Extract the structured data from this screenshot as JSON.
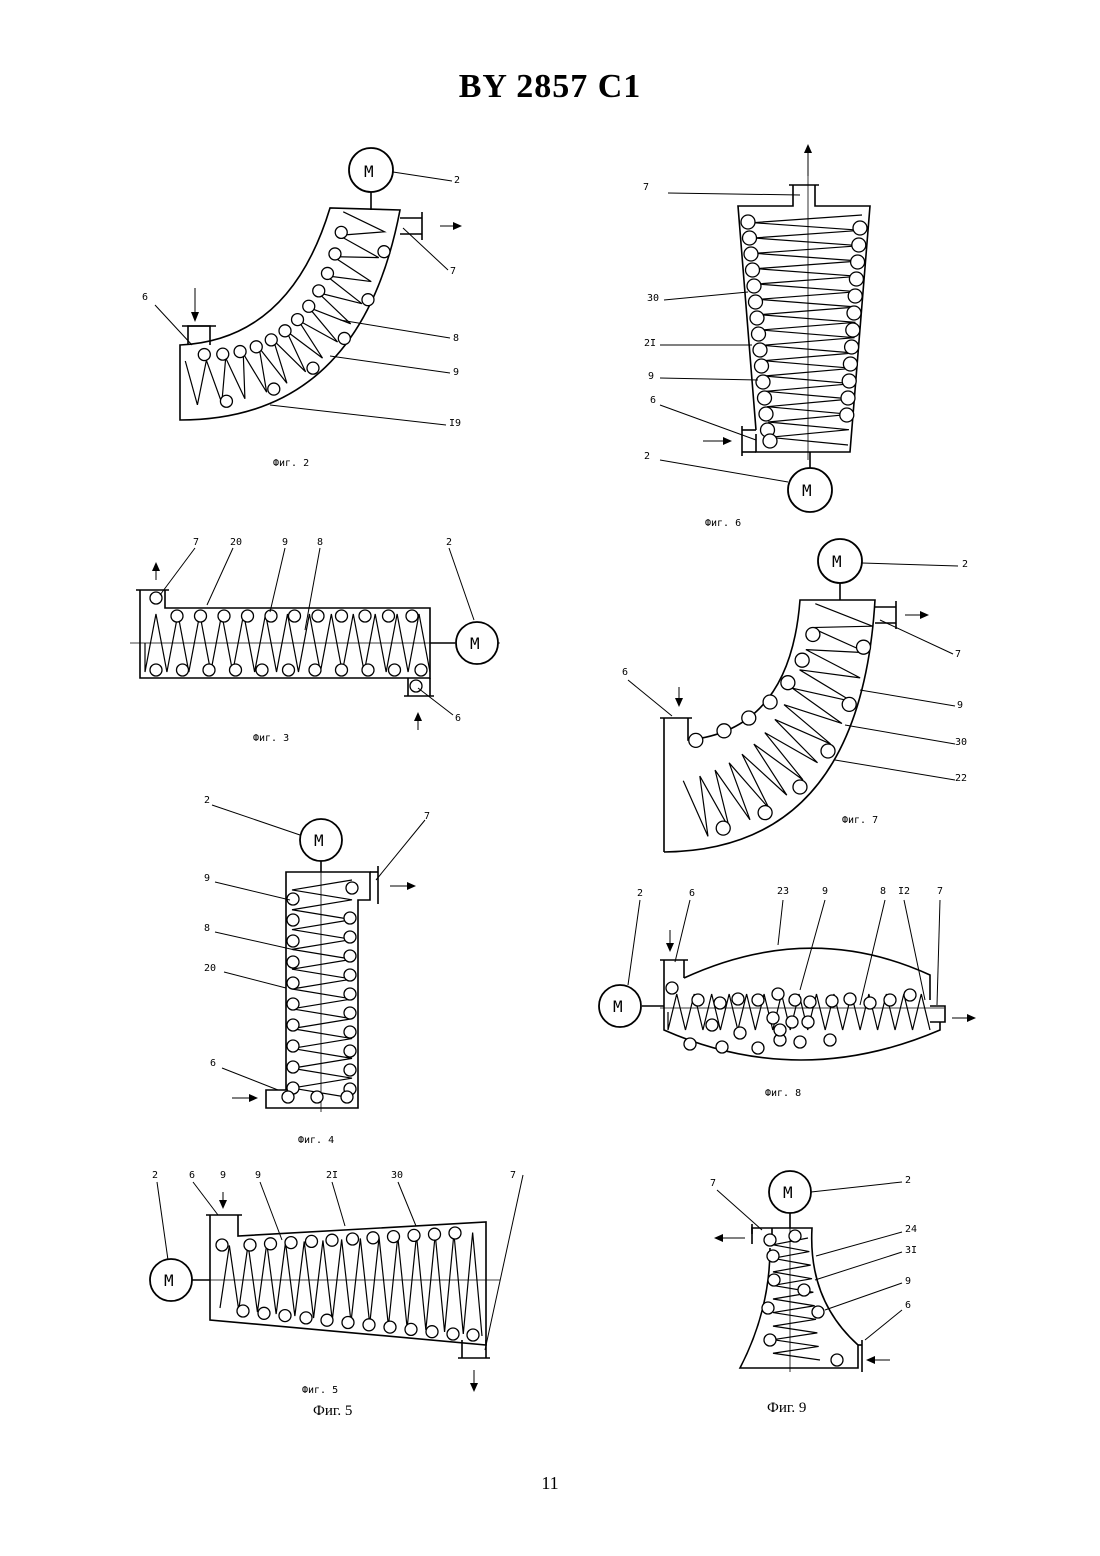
{
  "header": {
    "doc_id": "BY 2857 C1"
  },
  "footer": {
    "page_number": "11"
  },
  "fig2": {
    "caption": "Фиг. 2",
    "labels": {
      "m": "M",
      "l2": "2",
      "l6": "6",
      "l7": "7",
      "l8": "8",
      "l9": "9",
      "l19": "I9"
    }
  },
  "fig3": {
    "caption": "Фиг. 3",
    "labels": {
      "m": "M",
      "l7": "7",
      "l20": "20",
      "l9": "9",
      "l8": "8",
      "l2": "2",
      "l6": "6"
    }
  },
  "fig4": {
    "caption": "Фиг. 4",
    "labels": {
      "m": "M",
      "l2": "2",
      "l7": "7",
      "l9": "9",
      "l8": "8",
      "l20": "20",
      "l6": "6"
    }
  },
  "fig5": {
    "caption": "Фиг. 5",
    "caption_printed": "Фиг. 5",
    "labels": {
      "m": "M",
      "l2": "2",
      "l6": "6",
      "l9a": "9",
      "l9b": "9",
      "l21": "2I",
      "l30": "30",
      "l7": "7"
    }
  },
  "fig6": {
    "caption": "Фиг. 6",
    "labels": {
      "m": "M",
      "l7": "7",
      "l30": "30",
      "l21": "2I",
      "l9": "9",
      "l6": "6",
      "l2": "2"
    }
  },
  "fig7": {
    "caption": "Фиг. 7",
    "labels": {
      "m": "M",
      "l2": "2",
      "l7": "7",
      "l6": "6",
      "l9": "9",
      "l30": "30",
      "l22": "22"
    }
  },
  "fig8": {
    "caption": "Фиг. 8",
    "labels": {
      "m": "M",
      "l2": "2",
      "l6": "6",
      "l23": "23",
      "l9": "9",
      "l8": "8",
      "l12": "I2",
      "l7": "7"
    }
  },
  "fig9": {
    "caption": "Фиг. 9",
    "labels": {
      "m": "M",
      "l7": "7",
      "l2": "2",
      "l24": "24",
      "l31": "3I",
      "l9": "9",
      "l6": "6"
    }
  }
}
